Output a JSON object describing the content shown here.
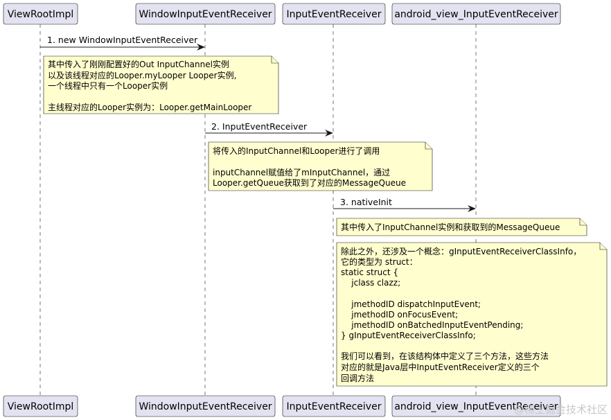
{
  "participants": [
    {
      "id": "p0",
      "name": "ViewRootImpl"
    },
    {
      "id": "p1",
      "name": "WindowInputEventReceiver"
    },
    {
      "id": "p2",
      "name": "InputEventReceiver"
    },
    {
      "id": "p3",
      "name": "android_view_InputEventReceiver"
    }
  ],
  "messages": [
    {
      "label": "1. new WindowInputEventReceiver",
      "from": 0,
      "to": 1
    },
    {
      "label": "2. InputEventReceiver",
      "from": 1,
      "to": 2
    },
    {
      "label": "3. nativeInit",
      "from": 2,
      "to": 3
    }
  ],
  "notes": [
    {
      "lines": [
        "其中传入了刚刚配置好的Out InputChannel实例",
        "以及该线程对应的Looper.myLooper Looper实例,",
        "一个线程中只有一个Looper实例",
        "",
        "主线程对应的Looper实例为：Looper.getMainLooper"
      ]
    },
    {
      "lines": [
        "将传入的InputChannel和Looper进行了调用",
        "",
        "inputChannel赋值给了mInputChannel，通过",
        "Looper.getQueue获取到了对应的MessageQueue"
      ]
    },
    {
      "lines": [
        "其中传入了InputChannel实例和获取到的MessageQueue"
      ]
    },
    {
      "lines": [
        "除此之外，还涉及一个概念：gInputEventReceiverClassInfo，",
        "它的类型为 struct：",
        "static struct {",
        "    jclass clazz;",
        "",
        "    jmethodID dispatchInputEvent;",
        "    jmethodID onFocusEvent;",
        "    jmethodID onBatchedInputEventPending;",
        "} gInputEventReceiverClassInfo;",
        "",
        "我们可以看到，在该结构体中定义了三个方法，这些方法",
        "对应的就是Java层中InputEventReceiver定义的三个",
        "回调方法"
      ]
    }
  ],
  "watermark": "@稀土掘金技术社区"
}
